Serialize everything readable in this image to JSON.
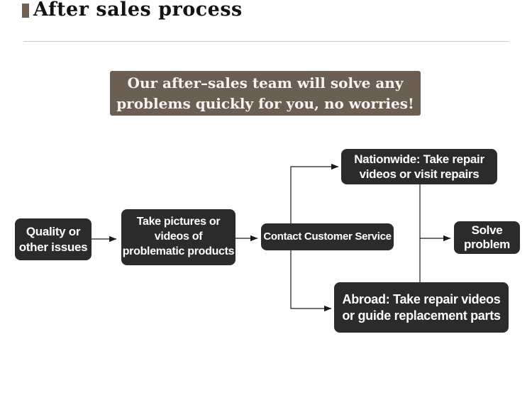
{
  "header": {
    "title": "After sales process"
  },
  "banner": {
    "line1": "Our after–sales team will solve any",
    "line2": "problems quickly for you, no worries!"
  },
  "flowchart": {
    "nodes": [
      {
        "id": "quality",
        "label": "Quality or\nother issues"
      },
      {
        "id": "pictures",
        "label": "Take pictures or\nvideos of\nproblematic products"
      },
      {
        "id": "contact",
        "label": "Contact Customer Service"
      },
      {
        "id": "nationwide",
        "label": "Nationwide: Take repair\nvideos or visit repairs"
      },
      {
        "id": "abroad",
        "label": "Abroad: Take repair videos\nor guide replacement parts"
      },
      {
        "id": "solve",
        "label": "Solve\nproblem"
      }
    ]
  },
  "colors": {
    "accent_brown": "#6b5e53",
    "title_bullet_brown": "#70604f",
    "node_background": "#2b2b2b",
    "node_text": "#ffffff",
    "connector_line": "#1a1a1a",
    "divider_gray": "#cccccc"
  }
}
